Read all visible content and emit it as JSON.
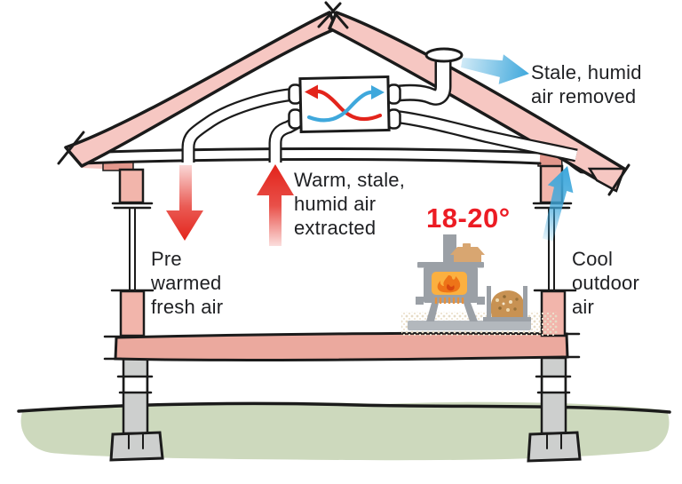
{
  "diagram": {
    "type": "house-cross-section-heat-recovery-ventilation",
    "labels": {
      "stale_removed": "Stale, humid\nair removed",
      "warm_extracted": "Warm, stale,\nhumid air\nextracted",
      "pre_warmed": "Pre\nwarmed\nfresh air",
      "indoor_temperature": "18-20°",
      "cool_outdoor": "Cool\noutdoor\nair"
    },
    "colors": {
      "roof_pink": "#f6c7c2",
      "wall_pink": "#f2b5ab",
      "plate_pink": "#e2978c",
      "floor_pink": "#eba99e",
      "concrete_gray": "#cdcfce",
      "grass_green": "#cdd9bd",
      "outline_black": "#1b1b1b",
      "warm_red": "#e3241b",
      "cool_blue": "#3fa8dc",
      "temperature_red": "#ec1c24",
      "label_gray": "#202124",
      "stove_gray": "#9ba0a6",
      "hearth_gray": "#b3b8bd",
      "fire_orange": "#ee7418",
      "fire_core_red": "#d9480f",
      "window_amber": "#fbb040",
      "wood_tan": "#c89253",
      "pot_tan": "#d8a671"
    }
  }
}
